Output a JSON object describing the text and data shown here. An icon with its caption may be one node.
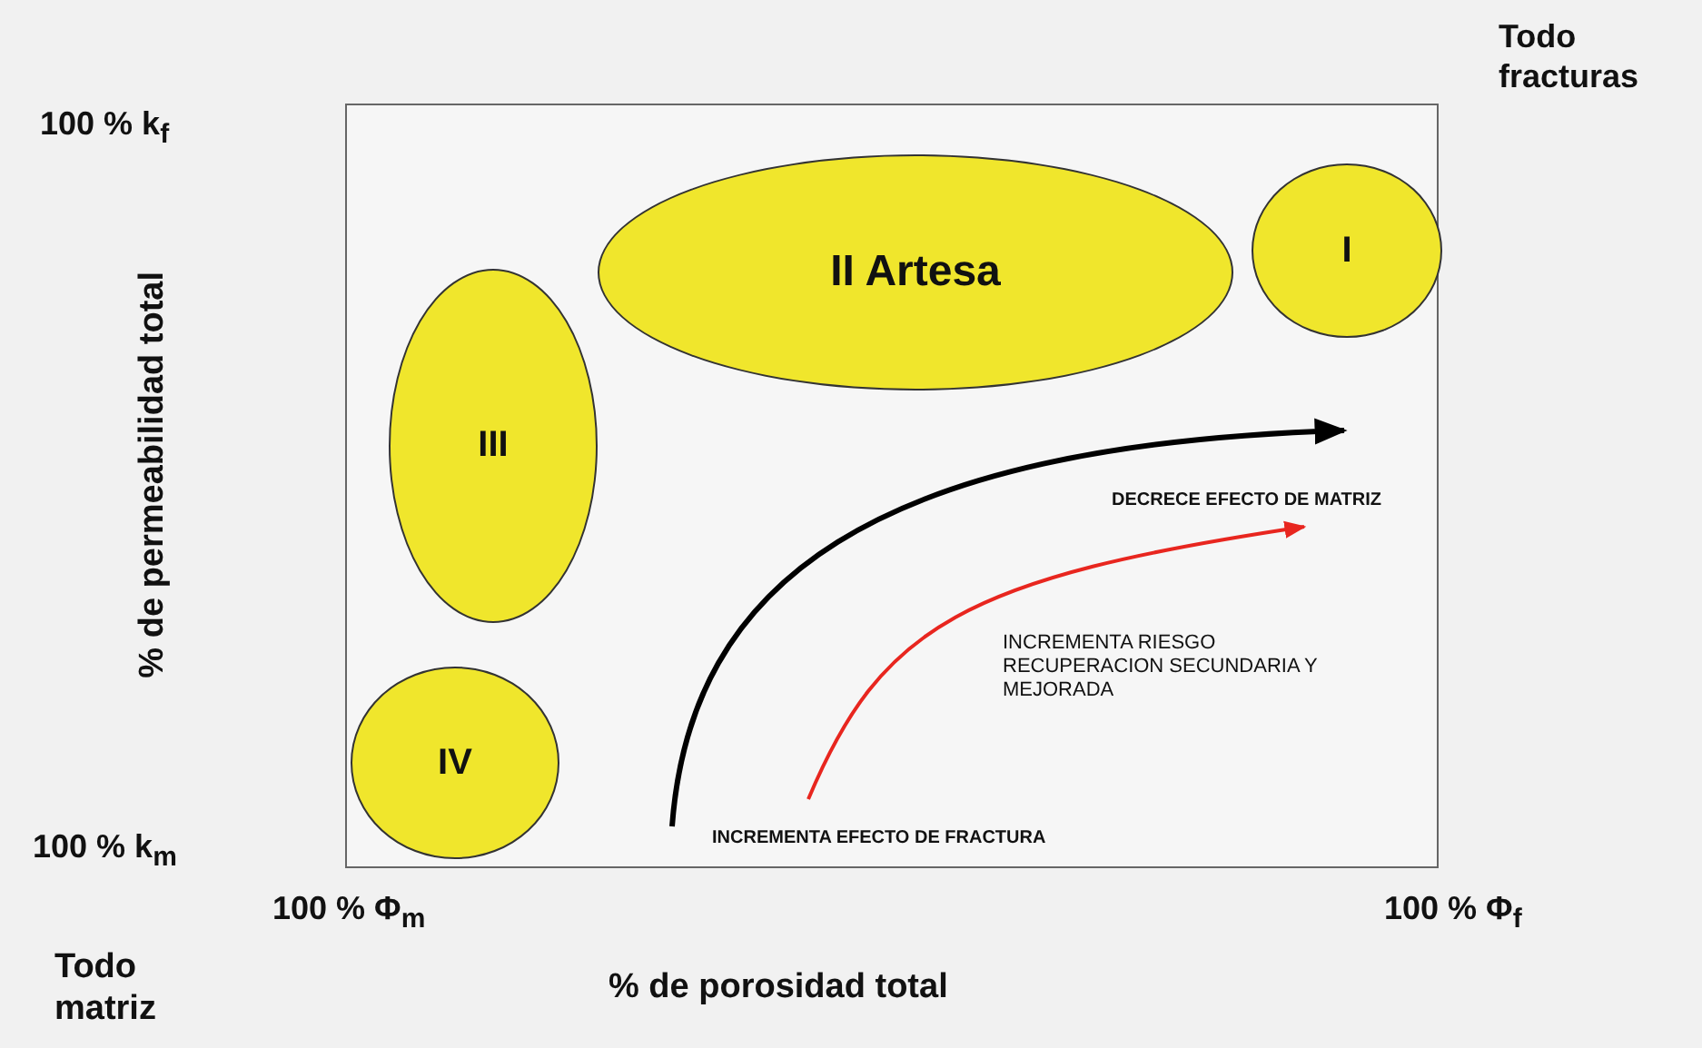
{
  "diagram": {
    "nodes": [
      {
        "text": [
          "I"
        ]
      },
      {
        "text": [
          "II Artesa"
        ]
      },
      {
        "text": [
          "III"
        ]
      },
      {
        "text": [
          "IV"
        ]
      }
    ],
    "labels": [
      "100 % k$_{f}$",
      "Todo fracturas",
      "% de permeabilidad total",
      "DECRECE EFECTO DE MATRIZ",
      "INCREMENTA RIESGO RECUPERACION SECUNDARIA Y MEJORADA",
      "INCREMENTA EFECTO DE FRACTURA",
      "100 % k$_{m}$",
      "100 % Φ$_{m}$",
      "100 % Φ$_{f}$",
      "Todo matriz",
      "% de porosidad total"
    ]
  }
}
